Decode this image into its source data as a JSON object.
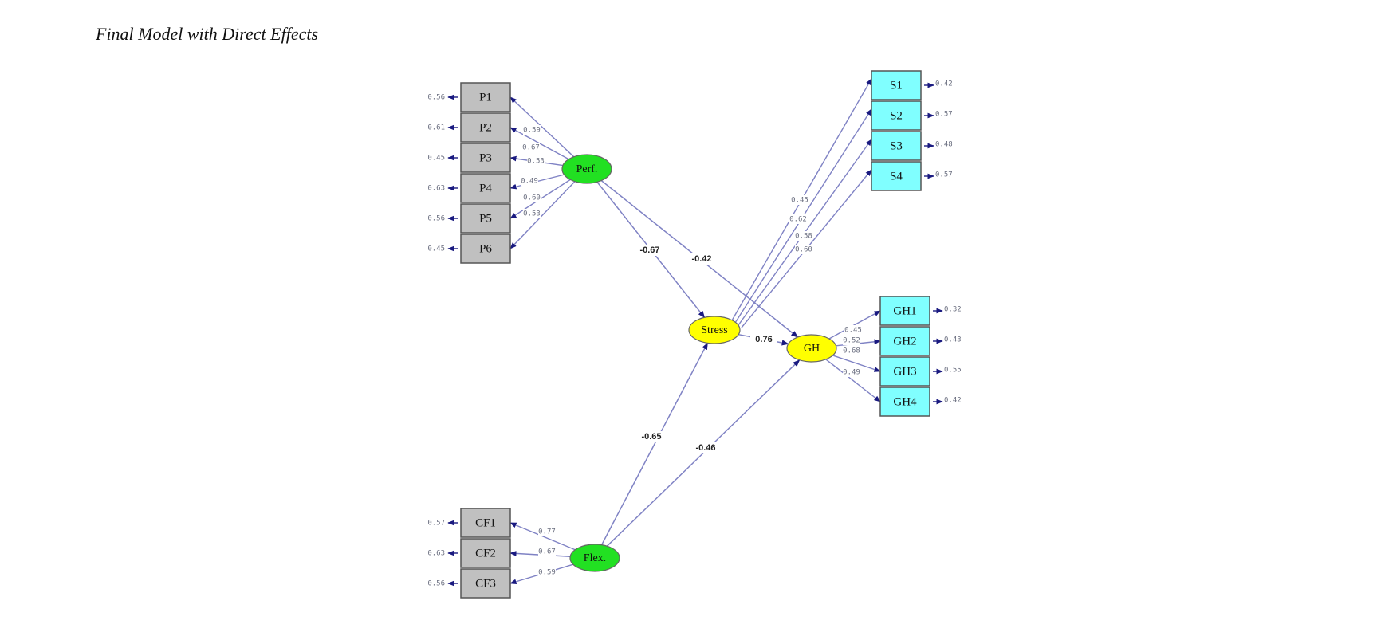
{
  "title": "Final Model with Direct Effects",
  "colors": {
    "exogenous_latent": "#22e022",
    "endogenous_latent": "#ffff00",
    "perf_indicator": "#c0c0c0",
    "outcome_indicator": "#80ffff",
    "path_line": "#7f82c4",
    "arrowhead": "#1a1a80"
  },
  "latents": [
    {
      "id": "perf",
      "label": "Perf.",
      "kind": "exogenous"
    },
    {
      "id": "flex",
      "label": "Flex.",
      "kind": "exogenous"
    },
    {
      "id": "stress",
      "label": "Stress",
      "kind": "endogenous"
    },
    {
      "id": "gh",
      "label": "GH",
      "kind": "endogenous"
    }
  ],
  "indicators": {
    "perf": [
      {
        "label": "P1",
        "loading": "0.59",
        "error": "0.56"
      },
      {
        "label": "P2",
        "loading": "0.67",
        "error": "0.61"
      },
      {
        "label": "P3",
        "loading": "0.53",
        "error": "0.45"
      },
      {
        "label": "P4",
        "loading": "0.49",
        "error": "0.63"
      },
      {
        "label": "P5",
        "loading": "0.60",
        "error": "0.56"
      },
      {
        "label": "P6",
        "loading": "0.53",
        "error": "0.45"
      }
    ],
    "flex": [
      {
        "label": "CF1",
        "loading": "0.77",
        "error": "0.57"
      },
      {
        "label": "CF2",
        "loading": "0.67",
        "error": "0.63"
      },
      {
        "label": "CF3",
        "loading": "0.59",
        "error": "0.56"
      }
    ],
    "stress": [
      {
        "label": "S1",
        "loading": "0.45",
        "error": "0.42"
      },
      {
        "label": "S2",
        "loading": "0.62",
        "error": "0.57"
      },
      {
        "label": "S3",
        "loading": "0.58",
        "error": "0.48"
      },
      {
        "label": "S4",
        "loading": "0.60",
        "error": "0.57"
      }
    ],
    "gh": [
      {
        "label": "GH1",
        "loading": "0.45",
        "error": "0.32"
      },
      {
        "label": "GH2",
        "loading": "0.52",
        "error": "0.43"
      },
      {
        "label": "GH3",
        "loading": "0.68",
        "error": "0.55"
      },
      {
        "label": "GH4",
        "loading": "0.49",
        "error": "0.42"
      }
    ]
  },
  "structural_paths": [
    {
      "from": "perf",
      "to": "stress",
      "coef": "-0.67"
    },
    {
      "from": "perf",
      "to": "gh",
      "coef": "-0.42"
    },
    {
      "from": "flex",
      "to": "stress",
      "coef": "-0.65"
    },
    {
      "from": "flex",
      "to": "gh",
      "coef": "-0.46"
    },
    {
      "from": "stress",
      "to": "gh",
      "coef": "0.76"
    }
  ]
}
